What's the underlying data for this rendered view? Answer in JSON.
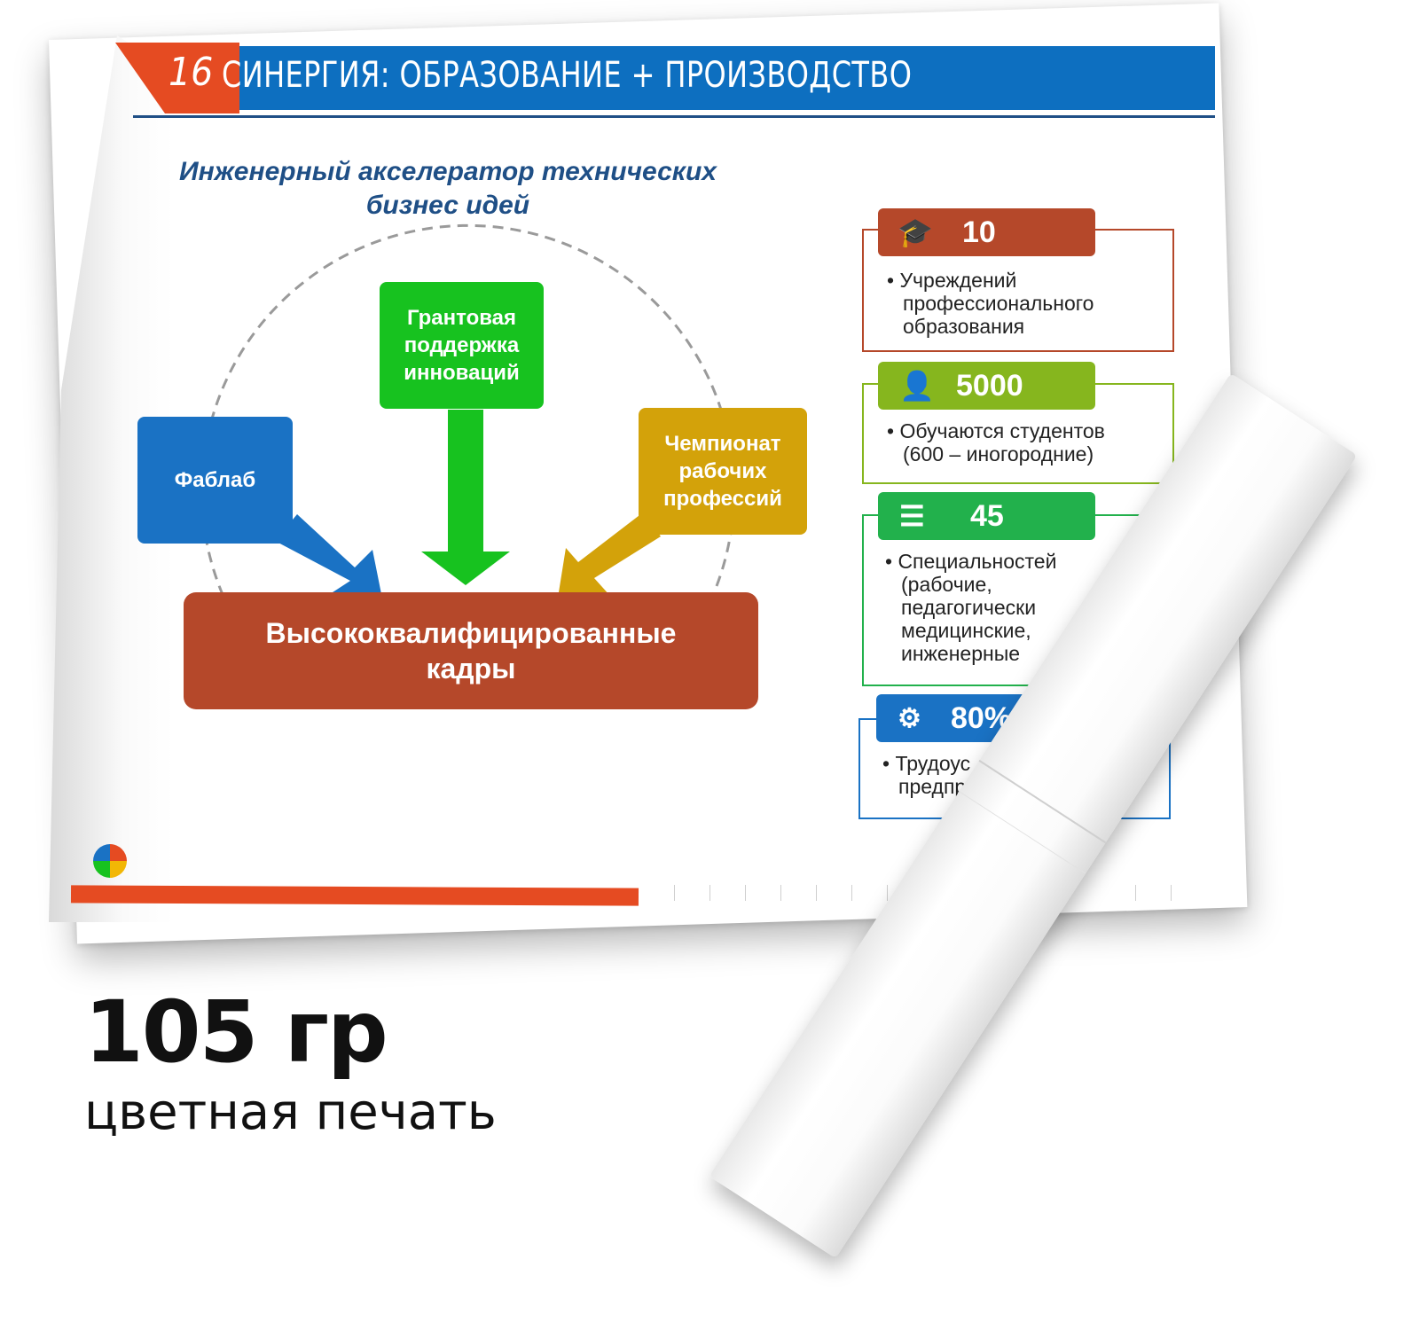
{
  "slide": {
    "number": "16",
    "title": "СИНЕРГИЯ: ОБРАЗОВАНИЕ + ПРОИЗВОДСТВО",
    "subtitle_line1": "Инженерный акселератор технических",
    "subtitle_line2": "бизнес идей"
  },
  "diagram": {
    "top_node": [
      "Грантовая",
      "поддержка",
      "инноваций"
    ],
    "left_node": "Фаблаб",
    "right_node": [
      "Чемпионат",
      "рабочих",
      "профессий"
    ],
    "bottom_node": [
      "Высококвалифицированные",
      "кадры"
    ],
    "colors": {
      "blue": "#1a72c4",
      "green": "#17c21f",
      "gold": "#d3a20a",
      "brown": "#b5482a"
    }
  },
  "stats": [
    {
      "value": "10",
      "icon": "graduation-cap-icon",
      "color": "#b5482a",
      "text": [
        "• Учреждений",
        "профессионального",
        "образования"
      ]
    },
    {
      "value": "5000",
      "icon": "student-icon",
      "color": "#86b61e",
      "text": [
        "• Обучаются студентов",
        "(600 – иногородние)"
      ]
    },
    {
      "value": "45",
      "icon": "list-icon",
      "color": "#22b14c",
      "text": [
        "• Специальностей",
        "(рабочие,",
        "педагогически",
        "медицинские,",
        "инженерные"
      ]
    },
    {
      "value": "80%",
      "icon": "worker-gear-icon",
      "color": "#1a72c4",
      "text": [
        "• Трудоус",
        "предпр"
      ]
    }
  ],
  "product": {
    "weight": "105 гр",
    "print_type": "цветная печать"
  }
}
